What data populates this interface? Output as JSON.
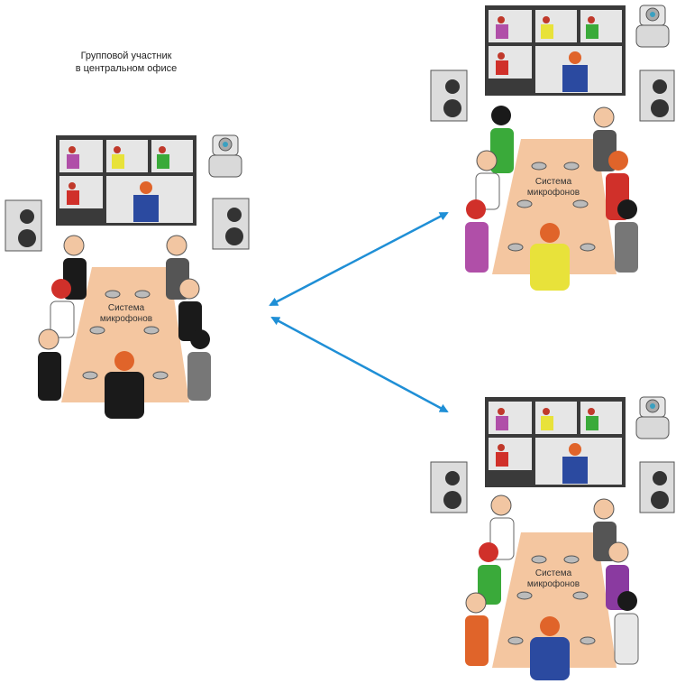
{
  "central_office": {
    "caption_line1": "Групповой участник",
    "caption_line2": "в центральном офисе",
    "mic_label_line1": "Система",
    "mic_label_line2": "микрофонов"
  },
  "remote_top": {
    "mic_label_line1": "Система",
    "mic_label_line2": "микрофонов"
  },
  "remote_bottom": {
    "mic_label_line1": "Система",
    "mic_label_line2": "микрофонов"
  },
  "colors": {
    "table": "#f4c6a0",
    "screen_frame": "#3a3a3a",
    "screen_bg": "#e6e6e6",
    "arrow": "#1f8fd6",
    "skin": "#f2c6a2"
  }
}
